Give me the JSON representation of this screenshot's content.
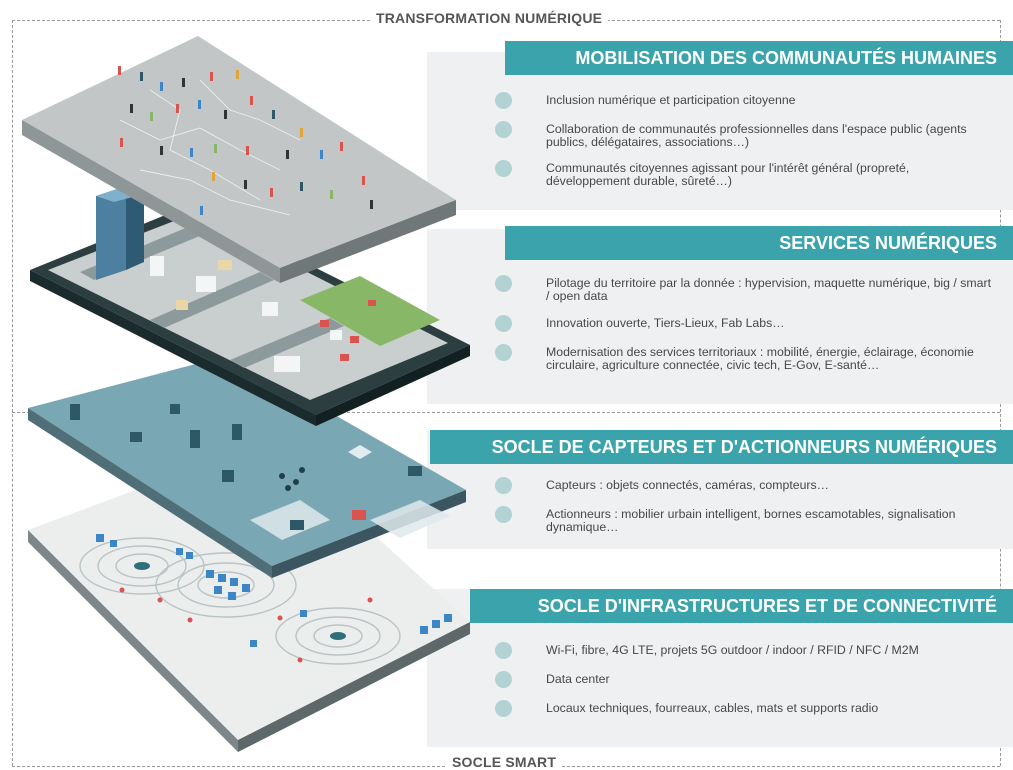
{
  "frame": {
    "top_label": "TRANSFORMATION NUMÉRIQUE",
    "bottom_label": "SOCLE SMART"
  },
  "colors": {
    "accent": "#3aa3ac",
    "panel": "#eef0f2",
    "bullet": "#b2d2d4"
  },
  "sections": [
    {
      "title": "MOBILISATION DES COMMUNAUTÉS HUMAINES",
      "items": [
        "Inclusion numérique et participation citoyenne",
        "Collaboration de communautés professionnelles dans l'espace public (agents publics, délégataires, associations…)",
        "Communautés citoyennes agissant pour l'intérêt général (propreté, développement durable, sûreté…)"
      ]
    },
    {
      "title": "SERVICES NUMÉRIQUES",
      "items": [
        "Pilotage du territoire par la donnée : hypervision, maquette numérique, big / smart / open data",
        "Innovation ouverte, Tiers-Lieux, Fab Labs…",
        "Modernisation des services territoriaux : mobilité, énergie, éclairage, économie circulaire, agriculture connectée, civic tech, E-Gov, E-santé…"
      ]
    },
    {
      "title": "SOCLE DE CAPTEURS ET D'ACTIONNEURS NUMÉRIQUES",
      "items": [
        "Capteurs : objets connectés, caméras, compteurs…",
        "Actionneurs : mobilier urbain intelligent, bornes escamotables, signalisation dynamique…"
      ]
    },
    {
      "title": "SOCLE D'INFRASTRUCTURES ET DE CONNECTIVITÉ",
      "items": [
        "Wi-Fi, fibre, 4G LTE, projets 5G outdoor / indoor / RFID / NFC / M2M",
        "Data center",
        "Locaux techniques, fourreaux, cables, mats et supports radio"
      ]
    }
  ]
}
